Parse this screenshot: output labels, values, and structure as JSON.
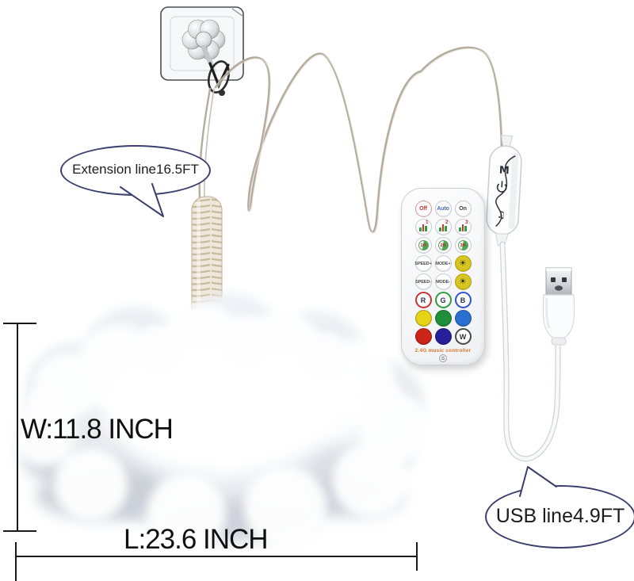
{
  "dimension_labels": {
    "width": "W:11.8 INCH",
    "length": "L:23.6 INCH"
  },
  "callouts": {
    "extension": "Extension line16.5FT",
    "usb": "USB line4.9FT"
  },
  "inline_controller": {
    "mode": "M",
    "music": "♫"
  },
  "remote": {
    "footer": "2.4G music controller",
    "logo": "S",
    "rows": [
      {
        "cells": [
          {
            "kind": "text",
            "row1": true,
            "name": "off",
            "label": "Off",
            "color": "#c03a3a",
            "ring": "#d49a9a"
          },
          {
            "kind": "text",
            "row1": true,
            "name": "auto",
            "label": "Auto",
            "color": "#4a6ab8",
            "ring": "#c6cbd2"
          },
          {
            "kind": "text",
            "row1": true,
            "name": "on",
            "label": "On",
            "color": "#3a3a3a",
            "ring": "#c6cbd2"
          }
        ]
      },
      {
        "cells": [
          {
            "kind": "bars",
            "name": "music-level-1",
            "label": "1"
          },
          {
            "kind": "bars",
            "name": "music-level-2",
            "label": "2"
          },
          {
            "kind": "bars",
            "name": "music-level-3",
            "label": "3"
          }
        ]
      },
      {
        "cells": [
          {
            "kind": "clock",
            "name": "timer-1h",
            "label": "1H"
          },
          {
            "kind": "clock",
            "name": "timer-2h",
            "label": "2H"
          },
          {
            "kind": "clock",
            "name": "timer-3h",
            "label": "3H"
          }
        ]
      },
      {
        "cells": [
          {
            "kind": "text",
            "name": "speed-plus",
            "label": "SPEED+",
            "color": "#4a4a4a",
            "ring": "#c6cbd2"
          },
          {
            "kind": "text",
            "name": "mode-plus",
            "label": "MODE+",
            "color": "#4a4a4a",
            "ring": "#c6cbd2"
          },
          {
            "kind": "sun",
            "name": "brightness-plus",
            "label": "☀",
            "bg": "#d8c51f",
            "color": "#1d1d1d"
          }
        ]
      },
      {
        "cells": [
          {
            "kind": "text",
            "name": "speed-minus",
            "label": "SPEED-",
            "color": "#4a4a4a",
            "ring": "#c6cbd2"
          },
          {
            "kind": "text",
            "name": "mode-minus",
            "label": "MODE-",
            "color": "#4a4a4a",
            "ring": "#c6cbd2"
          },
          {
            "kind": "sun",
            "name": "brightness-minus",
            "label": "☀",
            "bg": "#d8c51f",
            "color": "#1d1d1d"
          }
        ]
      },
      {
        "cells": [
          {
            "kind": "ring",
            "name": "color-r",
            "label": "R",
            "ring": "#cc3333",
            "color": "#2a3050"
          },
          {
            "kind": "ring",
            "name": "color-g",
            "label": "G",
            "ring": "#2f9e3f",
            "color": "#2a3050"
          },
          {
            "kind": "ring",
            "name": "color-b",
            "label": "B",
            "ring": "#2f53cc",
            "color": "#2a3050"
          }
        ]
      },
      {
        "cells": [
          {
            "kind": "swatch",
            "name": "swatch-yellow",
            "bg": "#e5d316"
          },
          {
            "kind": "swatch",
            "name": "swatch-green",
            "bg": "#1f8f3a"
          },
          {
            "kind": "swatch",
            "name": "swatch-blue",
            "bg": "#2b6fd0"
          }
        ]
      },
      {
        "cells": [
          {
            "kind": "swatch",
            "name": "swatch-red",
            "bg": "#cc2418"
          },
          {
            "kind": "swatch",
            "name": "swatch-navy",
            "bg": "#28209a"
          },
          {
            "kind": "ring",
            "name": "color-w",
            "label": "W",
            "ring": "#4a4a4a",
            "color": "#333333"
          }
        ]
      }
    ]
  },
  "colors": {
    "callout_outline": "#3a3f6e",
    "measurement_line": "#1a1a1a",
    "remote_footer_text": "#e0762c",
    "coil": "#ece5d6",
    "wire": "#b5aca0"
  }
}
